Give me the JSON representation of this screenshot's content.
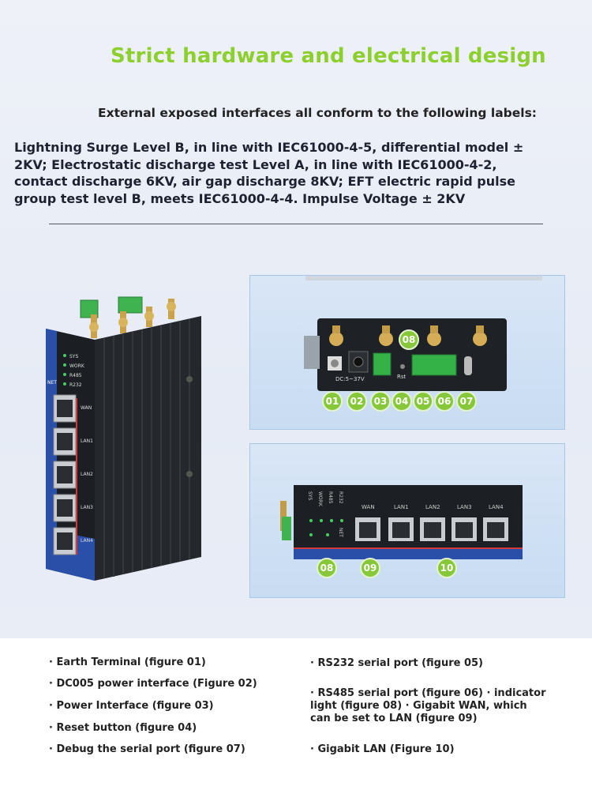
{
  "header": {
    "title": "Strict hardware and electrical design",
    "subtitle": "External exposed interfaces all conform to the following labels:"
  },
  "description": "Lightning Surge Level B, in line with IEC61000-4-5, differential model ± 2KV; Electrostatic discharge test Level A, in line with IEC61000-4-2, contact discharge 6KV, air gap discharge 8KV; EFT electric rapid pulse group test level B, meets IEC61000-4-4. Impulse Voltage ± 2KV",
  "device_main": {
    "indicator_labels": [
      "SYS",
      "WORK",
      "R485",
      "R232"
    ],
    "side_labels": [
      "NET"
    ],
    "port_labels": [
      "WAN",
      "LAN1",
      "LAN2",
      "LAN3",
      "LAN4"
    ]
  },
  "top_panel": {
    "power_label": "DC:5~37V",
    "reset_label": "Rst",
    "badges": [
      "01",
      "02",
      "03",
      "04",
      "05",
      "06",
      "07",
      "08"
    ]
  },
  "front_panel": {
    "indicator_labels": [
      "SYS",
      "WORK",
      "R485",
      "R232"
    ],
    "net_label": "NET",
    "port_labels": [
      "WAN",
      "LAN1",
      "LAN2",
      "LAN3",
      "LAN4"
    ],
    "badges": [
      "08",
      "09",
      "10"
    ]
  },
  "features": {
    "left": [
      "· Earth Terminal (figure 01)",
      "· DC005 power interface (Figure 02)",
      "· Power Interface (figure 03)",
      "· Reset button (figure 04)",
      "· Debug the serial port (figure 07)"
    ],
    "right": [
      "· RS232 serial port (figure 05)",
      "· RS485 serial port (figure 06) · indicator light (figure 08) · Gigabit WAN, which can be set to LAN (figure 09)",
      "· Gigabit LAN (Figure 10)"
    ]
  },
  "colors": {
    "accent_green": "#8ccf2e",
    "badge_green": "#86c83a",
    "device_blue": "#2a4fa8",
    "device_black": "#1f2226"
  }
}
